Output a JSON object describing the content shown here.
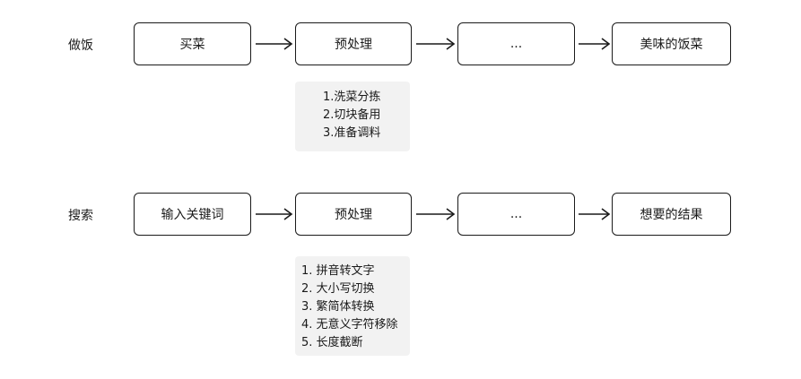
{
  "rows": [
    {
      "label": "做饭",
      "steps": [
        "买菜",
        "预处理",
        "...",
        "美味的饭菜"
      ],
      "notes": [
        "1.洗菜分拣",
        "2.切块备用",
        "3.准备调料"
      ]
    },
    {
      "label": "搜索",
      "steps": [
        "输入关键词",
        "预处理",
        "...",
        "想要的结果"
      ],
      "notes": [
        "1. 拼音转文字",
        "2. 大小写切换",
        "3. 繁简体转换",
        "4. 无意义字符移除",
        "5. 长度截断"
      ]
    }
  ]
}
